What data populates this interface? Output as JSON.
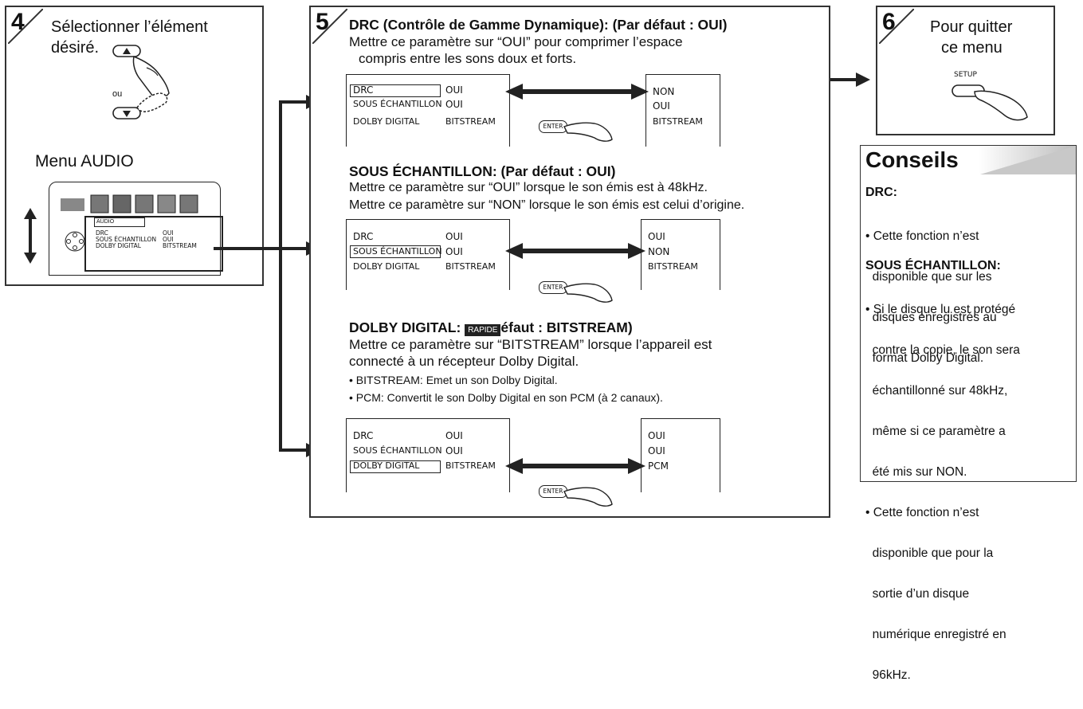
{
  "step4": {
    "number": "4",
    "instruction_line1": "Sélectionner l’élément",
    "instruction_line2": "désiré.",
    "ou": "ou",
    "menu_title": "Menu AUDIO",
    "menu_tab": "AUDIO",
    "mini_rows": [
      {
        "label": "DRC",
        "value": "OUI"
      },
      {
        "label": "SOUS ÉCHANTILLON",
        "value": "OUI"
      },
      {
        "label": "DOLBY DIGITAL",
        "value": "BITSTREAM"
      }
    ]
  },
  "step5": {
    "number": "5",
    "sections": [
      {
        "title": "DRC (Contrôle de Gamme Dynamique): (Par défaut : OUI)",
        "text_lines": [
          "Mettre ce paramètre sur “OUI” pour comprimer l’espace",
          "compris entre les sons doux et forts."
        ],
        "left_rows": [
          {
            "label": "DRC",
            "value": "OUI"
          },
          {
            "label": "SOUS ÉCHANTILLON",
            "value": "OUI"
          },
          {
            "label": "DOLBY DIGITAL",
            "value": "BITSTREAM"
          }
        ],
        "right_values": [
          "NON",
          "OUI",
          "BITSTREAM"
        ],
        "enter_label": "ENTER"
      },
      {
        "title": "SOUS ÉCHANTILLON: (Par défaut : OUI)",
        "text_lines": [
          "Mettre ce paramètre sur “OUI” lorsque le son émis est à 48kHz.",
          "Mettre ce paramètre sur “NON” lorsque le son émis est celui d’origine."
        ],
        "left_rows": [
          {
            "label": "DRC",
            "value": "OUI"
          },
          {
            "label": "SOUS ÉCHANTILLON",
            "value": "OUI"
          },
          {
            "label": "DOLBY DIGITAL",
            "value": "BITSTREAM"
          }
        ],
        "right_values": [
          "OUI",
          "NON",
          "BITSTREAM"
        ],
        "enter_label": "ENTER"
      },
      {
        "title_prefix": "DOLBY DIGITAL: ",
        "badge": "RAPIDE",
        "title_suffix": "éfaut : BITSTREAM)",
        "text_lines": [
          "Mettre ce paramètre sur “BITSTREAM” lorsque l’appareil est",
          "connecté à un récepteur Dolby Digital."
        ],
        "bullets": [
          "• BITSTREAM: Emet un son Dolby Digital.",
          "• PCM: Convertit le son Dolby Digital en son PCM (à 2 canaux)."
        ],
        "left_rows": [
          {
            "label": "DRC",
            "value": "OUI"
          },
          {
            "label": "SOUS ÉCHANTILLON",
            "value": "OUI"
          },
          {
            "label": "DOLBY DIGITAL",
            "value": "BITSTREAM"
          }
        ],
        "right_values": [
          "OUI",
          "OUI",
          "PCM"
        ],
        "enter_label": "ENTER"
      }
    ]
  },
  "step6": {
    "number": "6",
    "line1": "Pour quitter",
    "line2": "ce menu",
    "button_label": "SETUP"
  },
  "tips": {
    "title": "Conseils",
    "drc_head": "DRC:",
    "drc_lines": [
      "• Cette fonction n’est",
      "  disponible que sur les",
      "  disques enregistrés au",
      "  format Dolby Digital."
    ],
    "sous_head": "SOUS ÉCHANTILLON:",
    "sous_lines": [
      "• Si le disque lu est protégé",
      "  contre la copie, le son sera",
      "  échantillonné sur 48kHz,",
      "  même si ce paramètre a",
      "  été mis sur NON.",
      "• Cette fonction n’est",
      "  disponible que pour la",
      "  sortie d’un disque",
      "  numérique enregistré en",
      "  96kHz."
    ]
  }
}
